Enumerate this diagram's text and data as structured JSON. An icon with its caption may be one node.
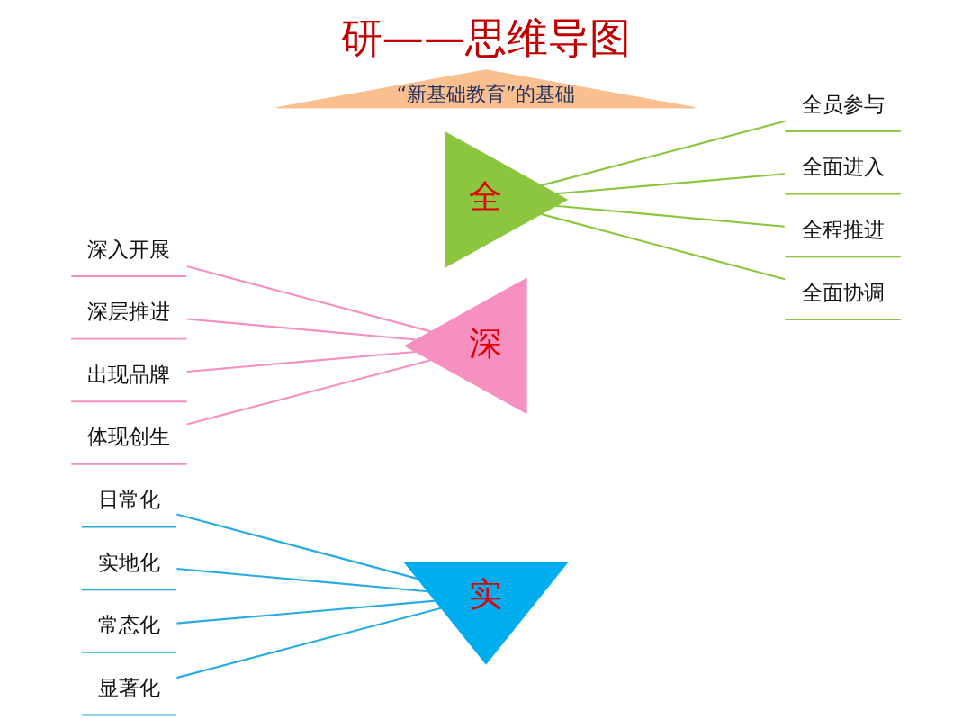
{
  "diagram": {
    "title": "研——思维导图",
    "nodes": [
      {
        "text": [
          "“新基础教育”的基础"
        ]
      },
      {
        "text": [
          "深"
        ]
      },
      {
        "text": [
          "深入开展"
        ]
      },
      {
        "text": [
          "深层推进"
        ]
      },
      {
        "text": [
          "出现品牌"
        ]
      },
      {
        "text": [
          "体现创生"
        ]
      },
      {
        "text": [
          "全"
        ]
      },
      {
        "text": [
          "全员参与"
        ]
      },
      {
        "text": [
          "全面进入"
        ]
      },
      {
        "text": [
          "全程推进"
        ]
      },
      {
        "text": [
          "全面协调"
        ]
      },
      {
        "text": [
          "实"
        ]
      },
      {
        "text": [
          "日常化"
        ]
      },
      {
        "text": [
          "实地化"
        ]
      },
      {
        "text": [
          "常态化"
        ]
      },
      {
        "text": [
          "显著化"
        ]
      }
    ],
    "edges": [
      {
        "from": 2,
        "to": 1,
        "arrow": "none",
        "color": "#f590c0"
      },
      {
        "from": 3,
        "to": 1,
        "arrow": "none",
        "color": "#f590c0"
      },
      {
        "from": 4,
        "to": 1,
        "arrow": "none",
        "color": "#f590c0"
      },
      {
        "from": 5,
        "to": 1,
        "arrow": "none",
        "color": "#f590c0"
      },
      {
        "from": 6,
        "to": 7,
        "arrow": "none",
        "color": "#8cc63f"
      },
      {
        "from": 6,
        "to": 8,
        "arrow": "none",
        "color": "#8cc63f"
      },
      {
        "from": 6,
        "to": 9,
        "arrow": "none",
        "color": "#8cc63f"
      },
      {
        "from": 6,
        "to": 10,
        "arrow": "none",
        "color": "#8cc63f"
      },
      {
        "from": 12,
        "to": 11,
        "arrow": "none",
        "color": "#29abe2"
      },
      {
        "from": 13,
        "to": 11,
        "arrow": "none",
        "color": "#29abe2"
      },
      {
        "from": 14,
        "to": 11,
        "arrow": "none",
        "color": "#29abe2"
      },
      {
        "from": 15,
        "to": 11,
        "arrow": "none",
        "color": "#29abe2"
      }
    ]
  }
}
